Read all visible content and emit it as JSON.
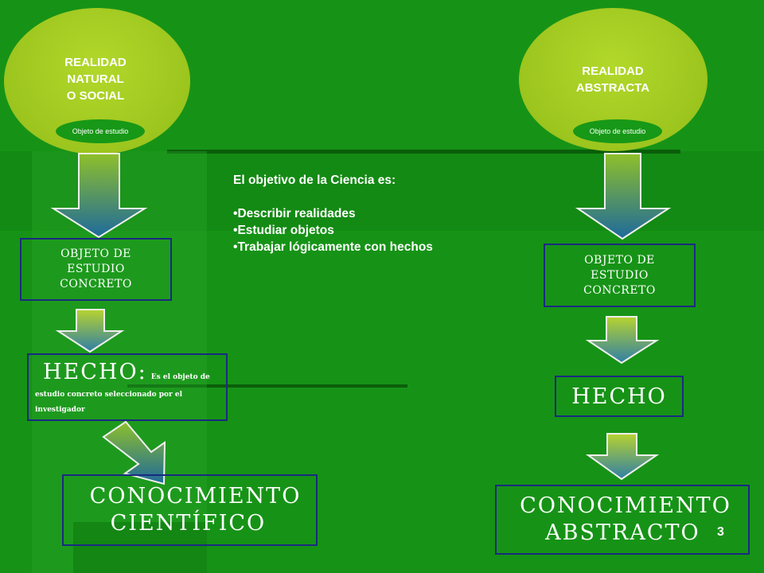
{
  "left_column": {
    "ellipse_label_lines": [
      "REALIDAD",
      "NATURAL",
      "O SOCIAL"
    ],
    "pill_label": "Objeto de estudio",
    "box1_lines": [
      "OBJETO DE",
      "ESTUDIO",
      "CONCRETO"
    ],
    "hecho_word": "HECHO:",
    "hecho_desc": "Es el objeto de estudio concreto seleccionado por el investigador",
    "result_lines": [
      "CONOCIMIENTO",
      "CIENTÍFICO"
    ]
  },
  "right_column": {
    "ellipse_label_lines": [
      "REALIDAD",
      "ABSTRACTA"
    ],
    "pill_label": "Objeto de estudio",
    "box1_lines": [
      "OBJETO DE",
      "ESTUDIO",
      "CONCRETO"
    ],
    "hecho_word": "HECHO",
    "result_lines": [
      "CONOCIMIENTO",
      "ABSTRACTO"
    ]
  },
  "objective": {
    "heading": "El objetivo de la Ciencia es:",
    "bullets": [
      "Describir realidades",
      "Estudiar objetos",
      "Trabajar lógicamente con hechos"
    ]
  },
  "slide_number": "3",
  "colors": {
    "background": "#169316",
    "ellipse": "#9cc51e",
    "box_border": "#1a2a80",
    "arrow_top": "#8fc02a",
    "arrow_bottom": "#1e6a9c"
  }
}
